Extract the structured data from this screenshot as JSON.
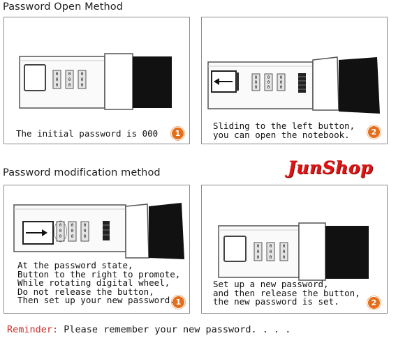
{
  "sections": {
    "open_title": "Password Open Method",
    "modify_title": "Password modification method"
  },
  "panels": {
    "p1": {
      "caption": "The initial password is 000",
      "badge": "1",
      "wheels": [
        [
          "0",
          "0",
          "0"
        ],
        [
          "0",
          "0",
          "0"
        ],
        [
          "0",
          "0",
          "0"
        ]
      ]
    },
    "p2": {
      "caption": "Sliding to the left button,\nyou can open the notebook.",
      "badge": "2",
      "wheels": [
        [
          "0",
          "0",
          "0"
        ],
        [
          "0",
          "0",
          "0"
        ],
        [
          "0",
          "0",
          "0"
        ]
      ]
    },
    "p3": {
      "caption": "At the password state,\nButton to the right to promote,\nWhile rotating digital wheel,\nDo not release the button,\nThen set up your new password.",
      "badge": "1",
      "wheels": [
        [
          "0",
          "0",
          "0"
        ],
        [
          "0",
          "0",
          "0"
        ],
        [
          "0",
          "0",
          "0"
        ]
      ]
    },
    "p4": {
      "caption": "Set up a new password,\nand then release the button,\nthe new password is set.",
      "badge": "2",
      "wheels": [
        [
          "0",
          "0",
          "0"
        ],
        [
          "0",
          "0",
          "0"
        ],
        [
          "0",
          "0",
          "0"
        ]
      ]
    }
  },
  "brand": "JunShop",
  "reminder": {
    "label": "Reminder:",
    "text": "Please remember your new password. . . ."
  },
  "colors": {
    "badge": "#e46e1c",
    "brand": "#dd1414",
    "reminder_label": "#cc2b2b",
    "lock_black": "#111111"
  }
}
